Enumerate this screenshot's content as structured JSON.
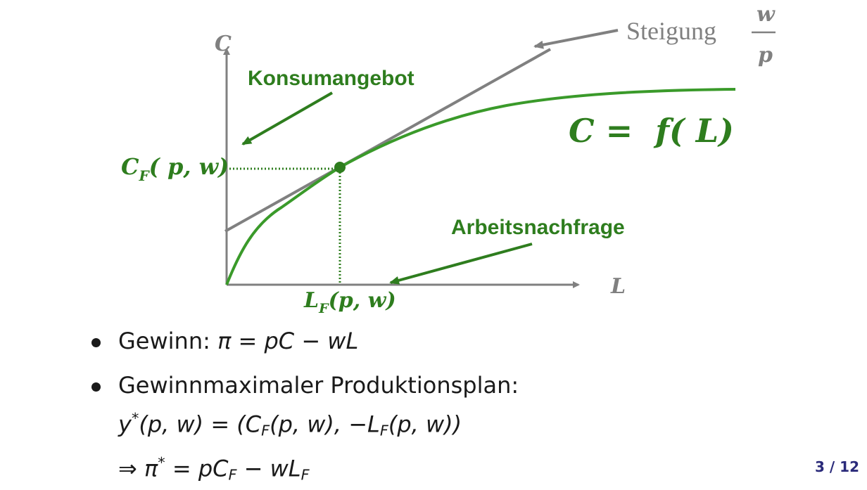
{
  "diagram": {
    "axis_y_label": "C",
    "axis_x_label": "L",
    "slope_label": "Steigung",
    "slope_fraction_num": "w",
    "slope_fraction_den": "p",
    "curve_label": "C =  f( L)",
    "consumption_supply_label": "Konsumangebot",
    "labor_demand_label": "Arbeitsnachfrage",
    "cf_label": "C",
    "cf_sub": "F",
    "cf_args": "( p, w)",
    "lf_label": "L",
    "lf_sub": "F",
    "lf_args": "(p, w)",
    "colors": {
      "curve": "#3a9a2a",
      "label_green": "#2e7d1e",
      "axis": "#808080",
      "tangent": "#808080",
      "arrow_green": "#2e7d1e"
    }
  },
  "bullets": {
    "b1_text": "Gewinn: ",
    "b1_math": "π = pC − wL",
    "b2_text": "Gewinnmaximaler Produktionsplan:",
    "b2_line2_pre": "y",
    "b2_line2_sup": "*",
    "b2_line2_a": "(p, w) = (C",
    "b2_line2_sub1": "F",
    "b2_line2_b": "(p, w), −L",
    "b2_line2_sub2": "F",
    "b2_line2_c": "(p, w))",
    "b2_line3_a": "⇒ π",
    "b2_line3_sup": "*",
    "b2_line3_b": " = pC",
    "b2_line3_sub1": "F",
    "b2_line3_c": " − wL",
    "b2_line3_sub2": "F"
  },
  "page_number": "3 / 12"
}
